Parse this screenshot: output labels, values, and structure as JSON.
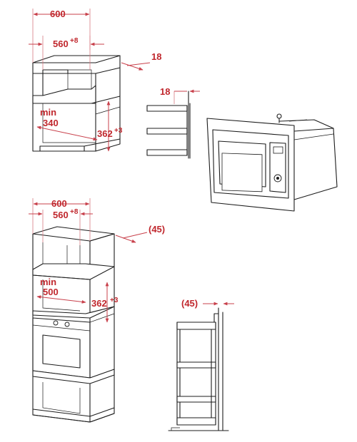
{
  "top_cabinet": {
    "width_total": "600",
    "width_inner": "560",
    "width_inner_tol": "+8",
    "depth_offset": "18",
    "min_label": "min",
    "min_depth": "340",
    "height": "362",
    "height_tol": "+3"
  },
  "side_detail": {
    "gap": "18"
  },
  "tall_cabinet": {
    "width_total": "600",
    "width_inner": "560",
    "width_inner_tol": "+8",
    "depth_offset": "(45)",
    "min_label": "min",
    "min_depth": "500",
    "height": "362",
    "height_tol": "+3"
  },
  "tall_side_detail": {
    "gap": "(45)"
  },
  "colors": {
    "dimension": "#c0272d",
    "line": "#1c1c1c"
  }
}
